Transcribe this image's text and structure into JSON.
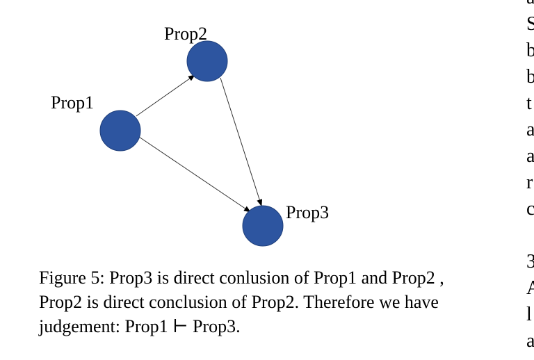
{
  "figure": {
    "nodes": [
      {
        "id": "prop1",
        "label": "Prop1"
      },
      {
        "id": "prop2",
        "label": "Prop2"
      },
      {
        "id": "prop3",
        "label": "Prop3"
      }
    ],
    "edges": [
      {
        "from": "prop1",
        "to": "prop2"
      },
      {
        "from": "prop1",
        "to": "prop3"
      },
      {
        "from": "prop2",
        "to": "prop3"
      }
    ],
    "node_color": "#2d55a0",
    "node_stroke": "#1f3f7a",
    "edge_color": "#333333"
  },
  "caption": {
    "lines": [
      "Figure 5: Prop3 is direct conlusion of Prop1 and Prop2 ,",
      "Prop2 is direct conclusion of Prop2. Therefore we have",
      "judgement: Prop1 ⊢ Prop3."
    ]
  },
  "right_column": {
    "fragments": [
      "a",
      "S",
      "b",
      "b",
      "t",
      "a",
      "a",
      "r",
      "c",
      "",
      "3",
      "A",
      "l",
      "a"
    ]
  }
}
